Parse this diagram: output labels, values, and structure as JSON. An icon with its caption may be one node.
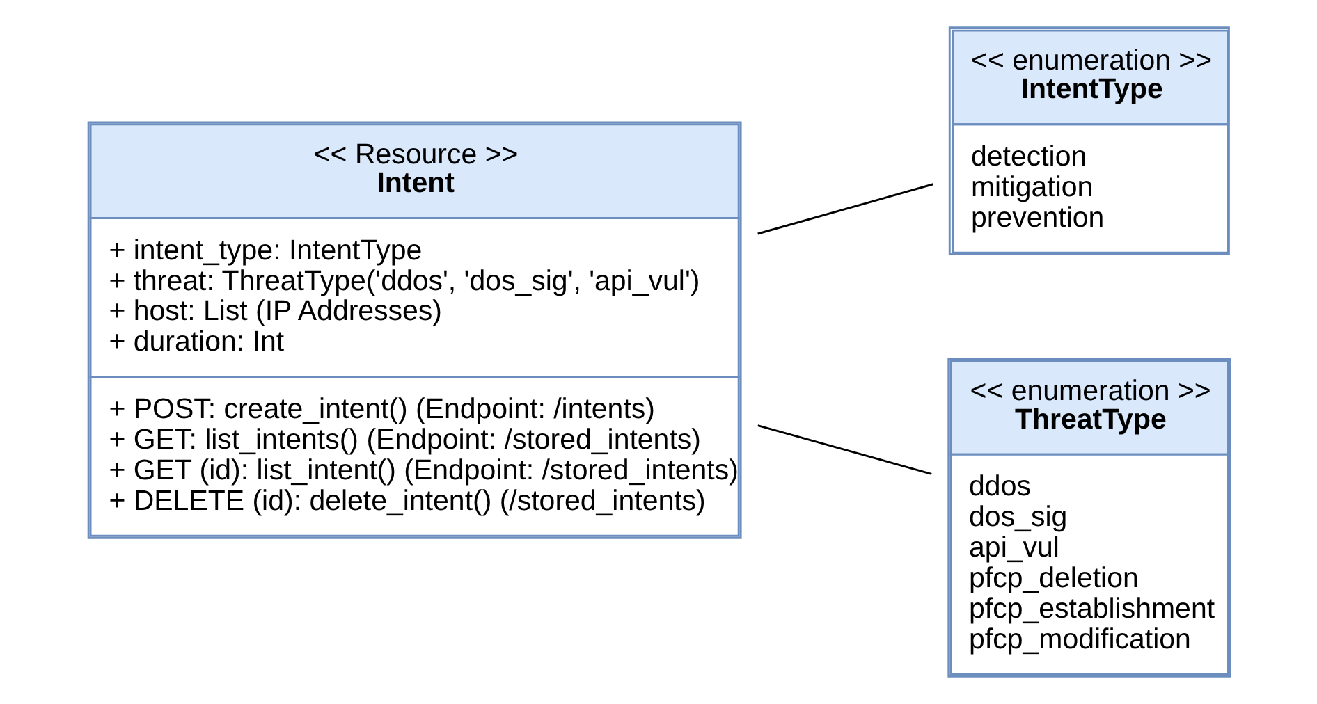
{
  "diagram": {
    "nodes": [
      {
        "text": [
          "<< Resource >>",
          "Intent",
          "+ intent_type: IntentType",
          "+ threat: ThreatType('ddos', 'dos_sig', 'api_vul')",
          "+ host: List (IP Addresses)",
          "+ duration: Int",
          "+ POST: create_intent() (Endpoint: /intents)",
          "+ GET: list_intents() (Endpoint: /stored_intents)",
          "+ GET (id): list_intent() (Endpoint: /stored_intents)",
          "+ DELETE (id): delete_intent() (/stored_intents)"
        ]
      },
      {
        "text": [
          "<< enumeration >>",
          "IntentType",
          "detection",
          "mitigation",
          "prevention"
        ]
      },
      {
        "text": [
          "<< enumeration >>",
          "ThreatType",
          "ddos",
          "dos_sig",
          "api_vul",
          "pfcp_deletion",
          "pfcp_establishment",
          "pfcp_modification"
        ]
      }
    ],
    "edges": [
      {
        "from": 0,
        "to": 1,
        "arrow": "none"
      },
      {
        "from": 0,
        "to": 2,
        "arrow": "none"
      }
    ]
  }
}
